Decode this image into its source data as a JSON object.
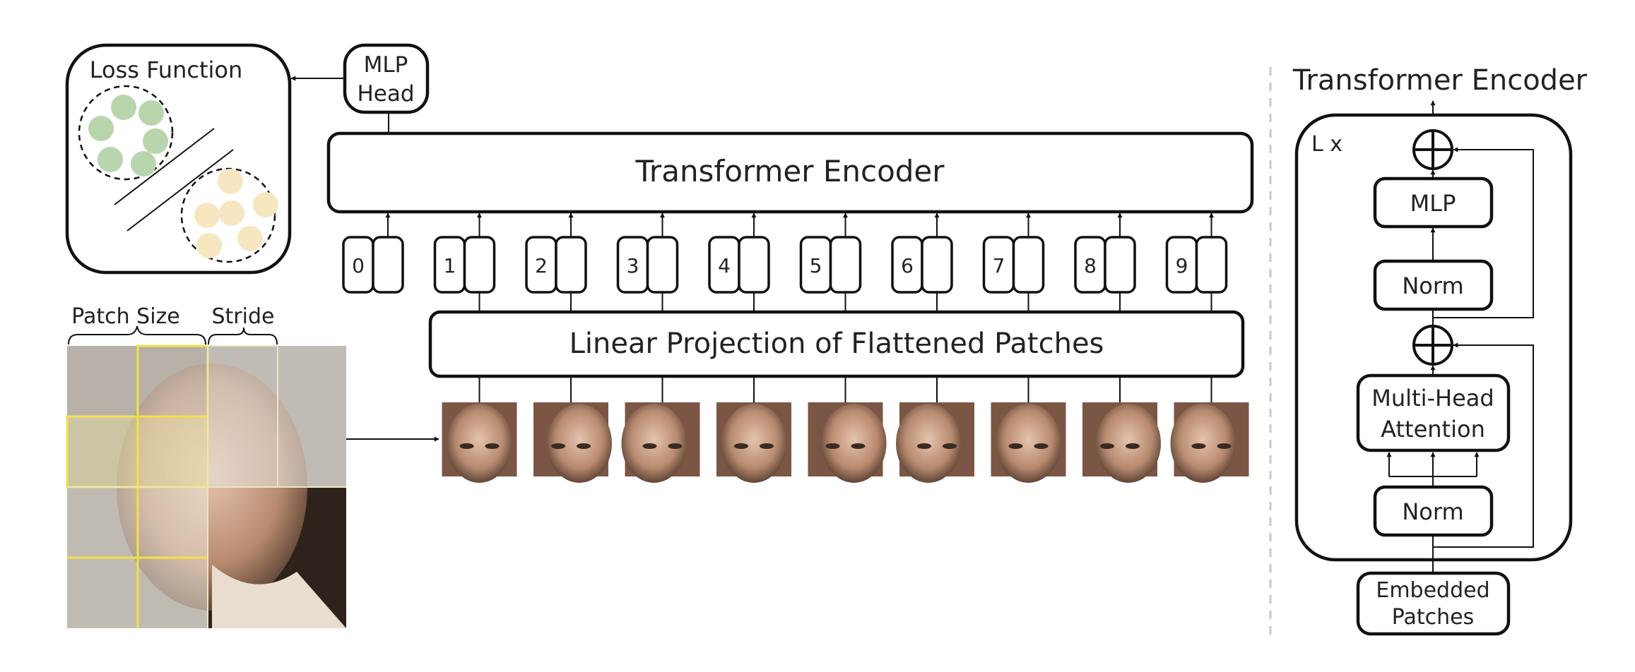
{
  "colors": {
    "stroke": "#111111",
    "green_dot": "#b9d5ad",
    "yellow_dot": "#f6e7c1",
    "grid_yellow": "#f2e24a",
    "patch_skin": "#caa38a",
    "dashed_divider": "#c8c8c8"
  },
  "loss_function": {
    "title": "Loss Function"
  },
  "mlp_head": {
    "line1": "MLP",
    "line2": "Head"
  },
  "main_encoder": {
    "label": "Transformer Encoder"
  },
  "tokens": [
    {
      "index": "0",
      "arrow": true,
      "patch": false
    },
    {
      "index": "1",
      "arrow": true,
      "patch": true
    },
    {
      "index": "2",
      "arrow": true,
      "patch": true
    },
    {
      "index": "3",
      "arrow": true,
      "patch": true
    },
    {
      "index": "4",
      "arrow": true,
      "patch": true
    },
    {
      "index": "5",
      "arrow": true,
      "patch": true
    },
    {
      "index": "6",
      "arrow": true,
      "patch": true
    },
    {
      "index": "7",
      "arrow": true,
      "patch": true
    },
    {
      "index": "8",
      "arrow": true,
      "patch": true
    },
    {
      "index": "9",
      "arrow": true,
      "patch": true
    }
  ],
  "linear_projection": {
    "label": "Linear Projection of Flattened Patches"
  },
  "image_grid": {
    "patch_size_label": "Patch Size",
    "stride_label": "Stride"
  },
  "encoder_detail": {
    "title": "Transformer Encoder",
    "repeat": "L x",
    "mlp": "MLP",
    "norm_top": "Norm",
    "attention_line1": "Multi-Head",
    "attention_line2": "Attention",
    "norm_bottom": "Norm",
    "input_line1": "Embedded",
    "input_line2": "Patches"
  }
}
